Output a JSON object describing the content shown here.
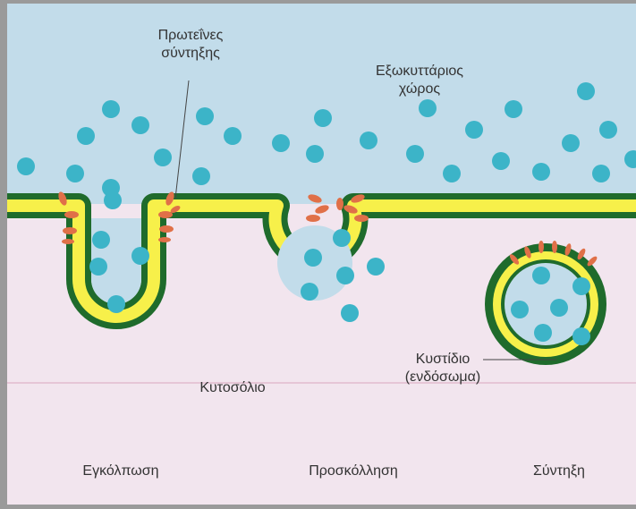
{
  "labels": {
    "proteins_line1": "Πρωτεΐνες",
    "proteins_line2": "σύντηξης",
    "extracellular_line1": "Εξωκυττάριος",
    "extracellular_line2": "χώρος",
    "cytosol": "Κυτοσόλιο",
    "vesicle_line1": "Κυστίδιο",
    "vesicle_line2": "(ενδόσωμα)"
  },
  "stages": {
    "invagination": "Εγκόλπωση",
    "adhesion": "Προσκόλληση",
    "fusion": "Σύντηξη"
  },
  "colors": {
    "extracellular": "#c2dcea",
    "cytosol": "#f2e5ee",
    "membrane_outer": "#1f6b2c",
    "membrane_inner": "#f7f04a",
    "molecule": "#3cb4c8",
    "protein": "#e07048"
  }
}
